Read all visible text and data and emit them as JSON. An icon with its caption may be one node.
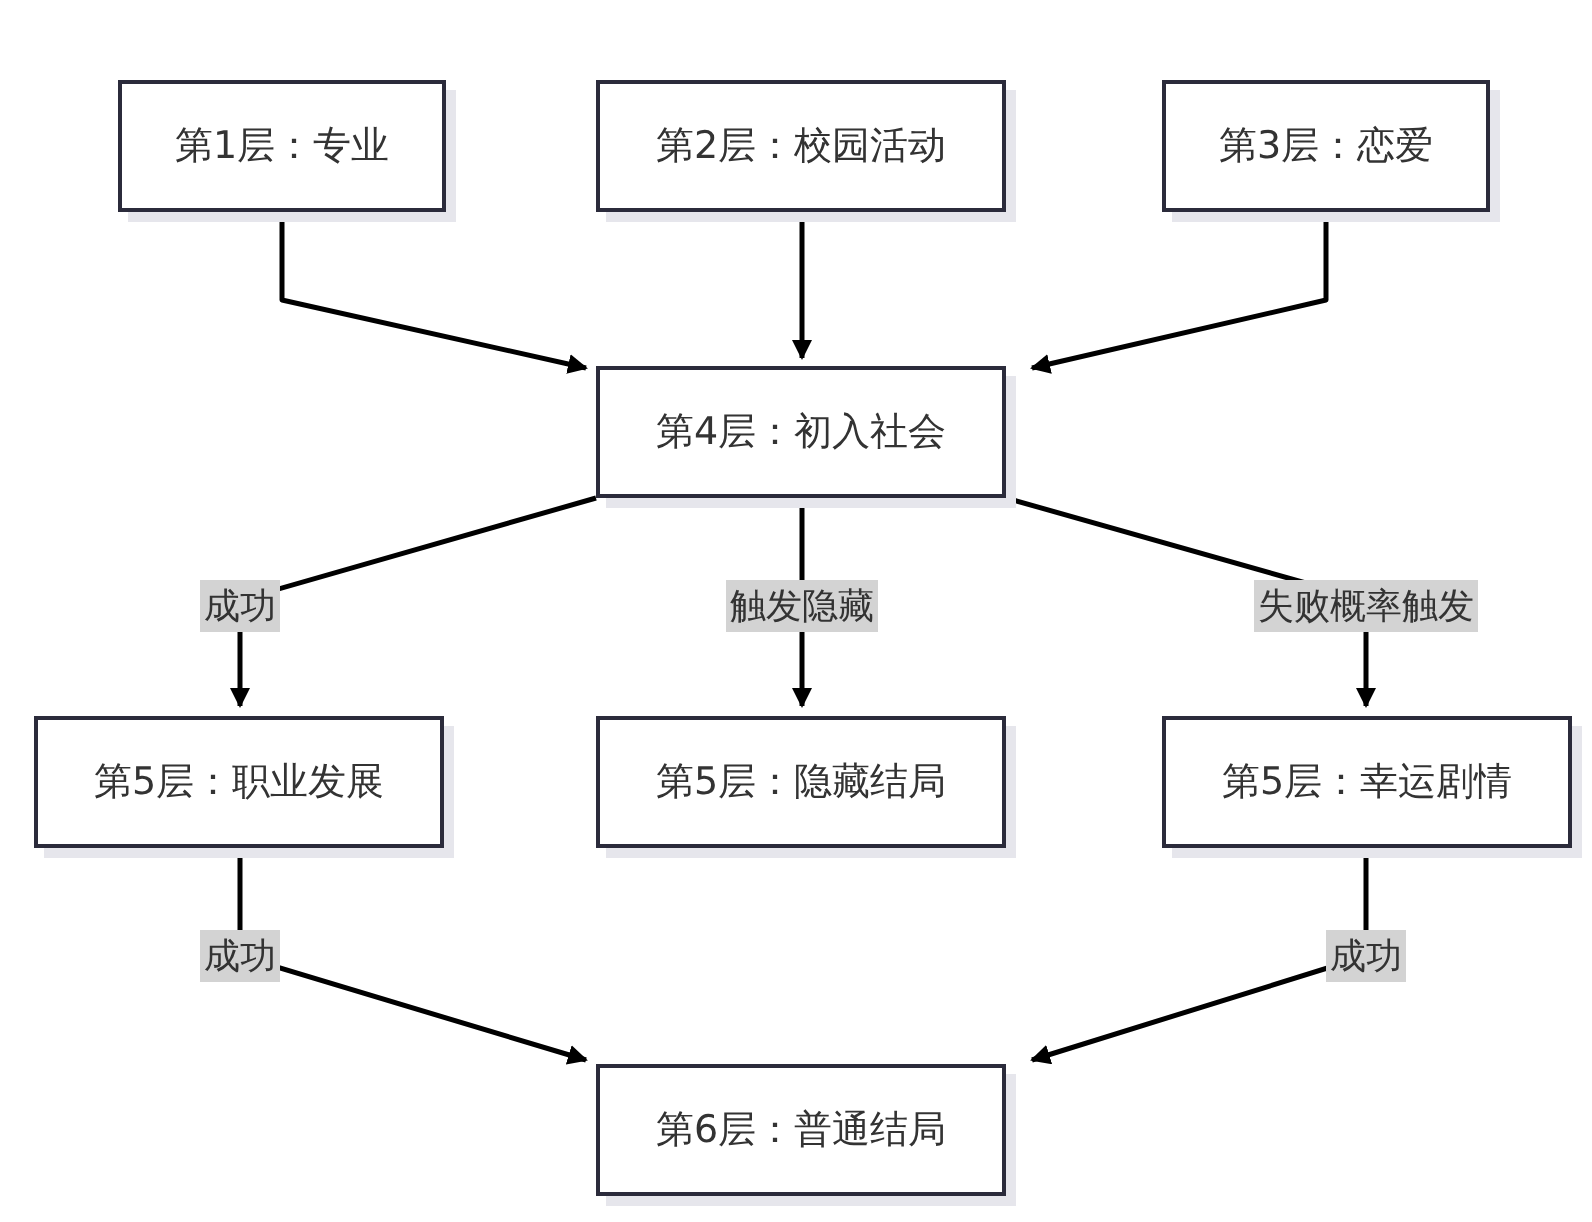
{
  "diagram": {
    "nodes": [
      {
        "text": [
          "第1层：专业"
        ]
      },
      {
        "text": [
          "第2层：校园活动"
        ]
      },
      {
        "text": [
          "第3层：恋爱"
        ]
      },
      {
        "text": [
          "第4层：初入社会"
        ]
      },
      {
        "text": [
          "第5层：职业发展"
        ]
      },
      {
        "text": [
          "第5层：隐藏结局"
        ]
      },
      {
        "text": [
          "第5层：幸运剧情"
        ]
      },
      {
        "text": [
          "第6层：普通结局"
        ]
      }
    ],
    "edges": [
      {
        "from": 0,
        "to": 3,
        "arrow": "to"
      },
      {
        "from": 1,
        "to": 3,
        "arrow": "to"
      },
      {
        "from": 2,
        "to": 3,
        "arrow": "to"
      },
      {
        "from": 3,
        "to": 4,
        "arrow": "to",
        "label": "成功"
      },
      {
        "from": 3,
        "to": 5,
        "arrow": "to",
        "label": "触发隐藏"
      },
      {
        "from": 3,
        "to": 6,
        "arrow": "to",
        "label": "失败概率触发"
      },
      {
        "from": 4,
        "to": 7,
        "arrow": "to",
        "label": "成功"
      },
      {
        "from": 6,
        "to": 7,
        "arrow": "to",
        "label": "成功"
      }
    ]
  }
}
